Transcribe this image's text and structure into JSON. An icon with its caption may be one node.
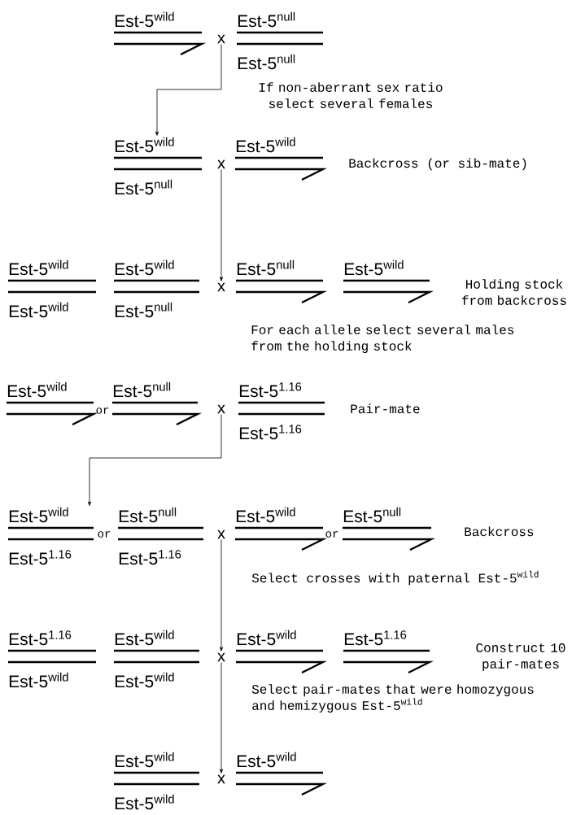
{
  "diagram": {
    "nodes": [
      {
        "text": [
          "Est-5$^{wild}$"
        ]
      },
      {
        "text": [
          "x"
        ]
      },
      {
        "text": [
          "Est-5$^{null}$",
          "Est-5$^{null}$"
        ]
      },
      {
        "text": [
          "Est-5$^{wild}$",
          "Est-5$^{null}$"
        ]
      },
      {
        "text": [
          "x"
        ]
      },
      {
        "text": [
          "Est-5$^{wild}$"
        ]
      },
      {
        "text": [
          "Est-5$^{wild}$",
          "Est-5$^{wild}$"
        ]
      },
      {
        "text": [
          "Est-5$^{wild}$",
          "Est-5$^{null}$"
        ]
      },
      {
        "text": [
          "x"
        ]
      },
      {
        "text": [
          "Est-5$^{null}$"
        ]
      },
      {
        "text": [
          "Est-5$^{wild}$"
        ]
      },
      {
        "text": [
          "Est-5$^{wild}$"
        ]
      },
      {
        "text": [
          "Est-5$^{null}$"
        ]
      },
      {
        "text": [
          "x"
        ]
      },
      {
        "text": [
          "Est-5$^{1.16}$",
          "Est-5$^{1.16}$"
        ]
      },
      {
        "text": [
          "Est-5$^{wild}$",
          "Est-5$^{1.16}$"
        ]
      },
      {
        "text": [
          "Est-5$^{null}$",
          "Est-5$^{1.16}$"
        ]
      },
      {
        "text": [
          "x"
        ]
      },
      {
        "text": [
          "Est-5$^{wild}$"
        ]
      },
      {
        "text": [
          "Est-5$^{null}$"
        ]
      },
      {
        "text": [
          "Est-5$^{1.16}$",
          "Est-5$^{wild}$"
        ]
      },
      {
        "text": [
          "Est-5$^{wild}$",
          "Est-5$^{wild}$"
        ]
      },
      {
        "text": [
          "x"
        ]
      },
      {
        "text": [
          "Est-5$^{wild}$"
        ]
      },
      {
        "text": [
          "Est-5$^{1.16}$"
        ]
      },
      {
        "text": [
          "Est-5$^{wild}$",
          "Est-5$^{wild}$"
        ]
      },
      {
        "text": [
          "x"
        ]
      },
      {
        "text": [
          "Est-5$^{wild}$"
        ]
      }
    ],
    "edges": [
      {
        "from": 1,
        "to": 3,
        "arrow": "to",
        "label": "If non-aberrant sex ratio select several females"
      },
      {
        "from": 4,
        "to": 8,
        "arrow": "to"
      },
      {
        "from": 13,
        "to": 15,
        "arrow": "to"
      },
      {
        "from": 17,
        "to": 22,
        "arrow": "to",
        "label": "Select crosses with paternal Est-5$^{wild}$"
      },
      {
        "from": 22,
        "to": 26,
        "arrow": "to",
        "label": "Select pair-mates that were homozygous and hemizygous Est-5$^{wild}$"
      }
    ],
    "labels": [
      "Backcross (or sib-mate)",
      "Holding stock from backcross",
      "For each allele select several males from the holding stock",
      "or",
      "Pair-mate",
      "or",
      "or",
      "Backcross",
      "Construct 10 pair-mates"
    ]
  }
}
